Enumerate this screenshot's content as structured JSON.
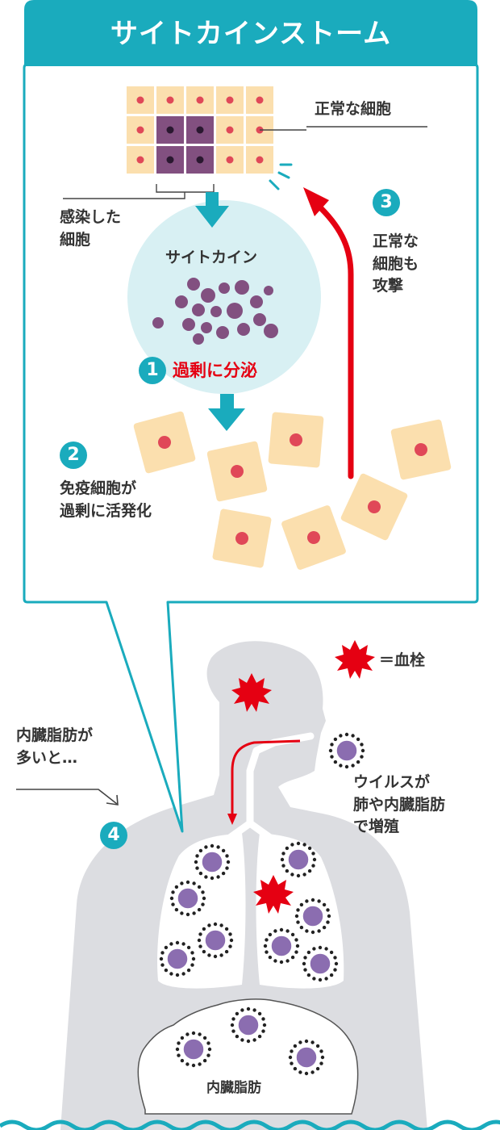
{
  "title": "サイトカインストーム",
  "labels": {
    "normal_cell": "正常な細胞",
    "infected_cell": [
      "感染した",
      "細胞"
    ],
    "cytokine": "サイトカイン",
    "step1": "過剰に分泌",
    "step2": [
      "免疫細胞が",
      "過剰に活発化"
    ],
    "step3": [
      "正常な",
      "細胞も",
      "攻撃"
    ],
    "thrombus_legend": "＝血栓",
    "visceral_fat_many": [
      "内臓脂肪が",
      "多いと…"
    ],
    "virus_growth": [
      "ウイルスが",
      "肺や内臓脂肪",
      "で増殖"
    ],
    "visceral_fat": "内臓脂肪"
  },
  "numbers": [
    "1",
    "2",
    "3",
    "4"
  ],
  "colors": {
    "accent": "#1aabbd",
    "red": "#e50012",
    "cell_fill": "#fbdfae",
    "infected_fill": "#825080",
    "virus": "#8b6db0",
    "body": "#dcdde1",
    "cytokine_bg": "#d8f0f3"
  }
}
